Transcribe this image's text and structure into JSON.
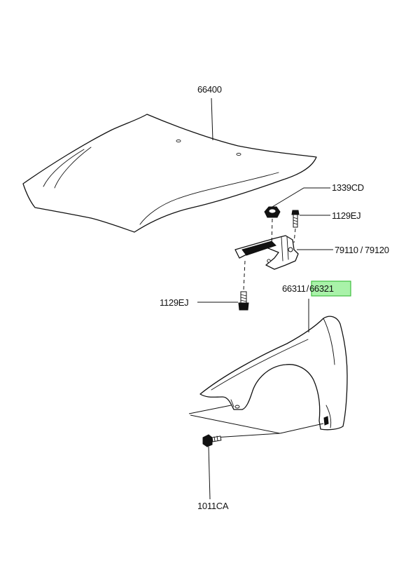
{
  "labels": {
    "hood": "66400",
    "hood_stay_nut": "1339CD",
    "bolt_upper": "1129EJ",
    "hinge": "79110",
    "hinge_slash": "/",
    "hinge_alt": "79120",
    "fender": "66311",
    "fender_slash": "/",
    "fender_alt": "66321",
    "bolt_lower": "1129EJ",
    "fender_bolt": "1011CA"
  },
  "colors": {
    "line": "#111111",
    "highlight_fill": "#a9f2a9",
    "highlight_stroke": "#3fbf3f"
  }
}
